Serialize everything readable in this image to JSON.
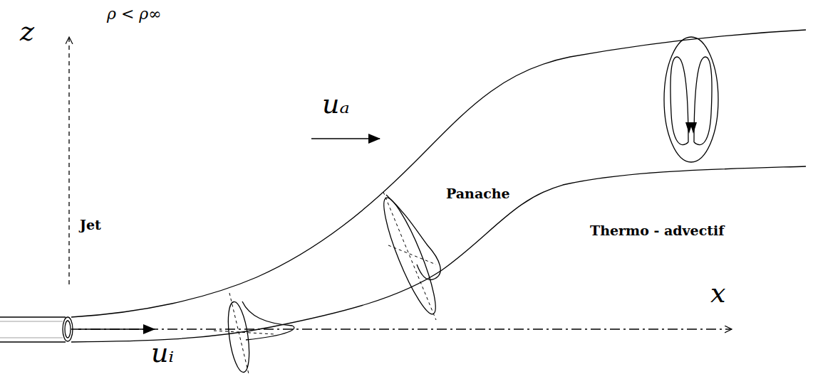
{
  "diagram": {
    "labels": [
      "ρ < ρ∞",
      "z",
      "uₐ",
      "Jet",
      "Panache",
      "Thermo - advectif",
      "x",
      "uᵢ"
    ]
  }
}
